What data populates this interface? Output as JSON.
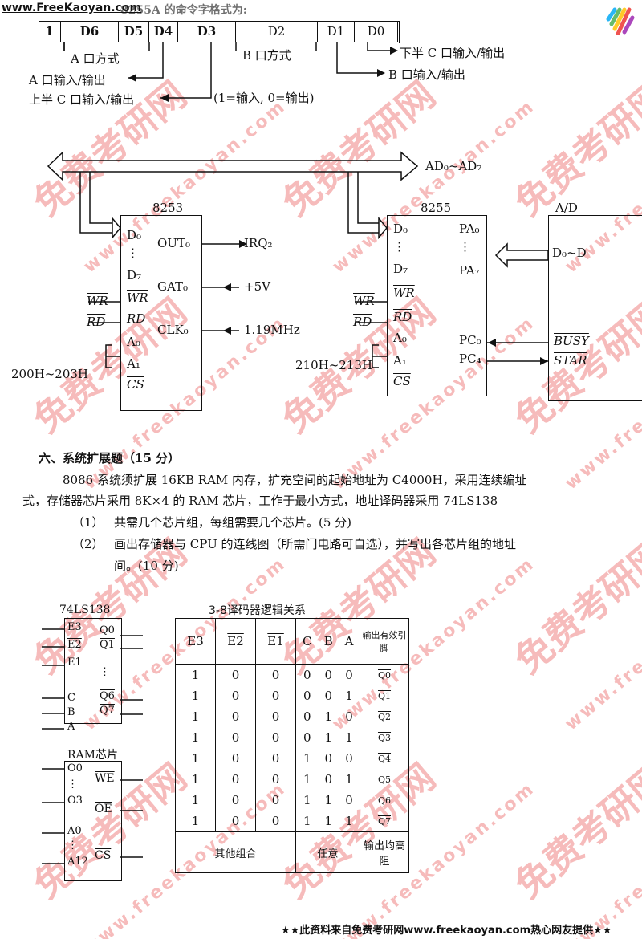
{
  "header": {
    "site": "www.FreeKaoyan.com",
    "obscured_title": "8255A 的命令字格式为:"
  },
  "control_word": {
    "cells": [
      "1",
      "D6",
      "D5",
      "D4",
      "D3",
      "D2",
      "D1",
      "D0"
    ],
    "labels": {
      "a_mode": "A 口方式",
      "b_mode": "B 口方式",
      "lower_c": "下半 C 口输入/输出",
      "b_io": "B 口输入/输出",
      "a_io": "A 口输入/输出",
      "upper_c": "上半 C 口输入/输出",
      "note": "(1=输入, 0=输出)"
    }
  },
  "circuit": {
    "bus": "AD₀~AD₇",
    "c8253": {
      "title": "8253",
      "pins_left": [
        "D₀",
        "⋮",
        "D₇",
        "WR",
        "RD",
        "A₀",
        "A₁",
        "CS"
      ],
      "pins_right": [
        "OUT₀",
        "GAT₀",
        "CLK₀"
      ],
      "ext_left": [
        "WR",
        "RD"
      ],
      "addr": "200H~203H",
      "irq": "IRQ₂",
      "gate": "+5V",
      "clk": "1.19MHz"
    },
    "c8255": {
      "title": "8255",
      "pins_left": [
        "D₀",
        "⋮",
        "D₇",
        "WR",
        "RD",
        "A₀",
        "A₁",
        "CS"
      ],
      "pins_right": [
        "PA₀",
        "⋮",
        "PA₇",
        "PC₀",
        "PC₄"
      ],
      "ext_left": [
        "WR",
        "RD"
      ],
      "addr": "210H~213H"
    },
    "ad": {
      "title": "A/D",
      "pins": [
        "D₀~D",
        "BUSY",
        "STAR"
      ]
    }
  },
  "question": {
    "heading": "六、系统扩展题（15 分）",
    "line1": "8086 系统须扩展 16KB RAM 内存，扩充空间的起始地址为 C4000H，采用连续编址",
    "line2": "式，存储器芯片采用 8K×4 的 RAM 芯片，工作于最小方式，地址译码器采用 74LS138",
    "items": [
      {
        "num": "（1）",
        "text": "共需几个芯片组，每组需要几个芯片。(5 分)"
      },
      {
        "num": "（2）",
        "text": "画出存储器与 CPU 的连线图（所需门电路可自选），并写出各芯片组的地址"
      }
    ],
    "line_cont": "间。(10 分)"
  },
  "ls138": {
    "title": "74LS138",
    "left": [
      "E3",
      "E2",
      "E1",
      "C",
      "B",
      "A"
    ],
    "right": [
      "Q0",
      "Q1",
      "⋮",
      "Q6",
      "Q7"
    ]
  },
  "ram": {
    "title": "RAM芯片",
    "left": [
      "O0",
      "⋮",
      "O3",
      "A0",
      "⋮",
      "A12"
    ],
    "right": [
      "WE",
      "OE",
      "CS"
    ]
  },
  "truth_table": {
    "title": "3-8译码器逻辑关系",
    "headers": [
      "E3",
      "E2",
      "E1",
      "C",
      "B",
      "A",
      "输出有效引脚"
    ],
    "rows": [
      [
        "1",
        "0",
        "0",
        "0",
        "0",
        "0",
        "Q0"
      ],
      [
        "1",
        "0",
        "0",
        "0",
        "0",
        "1",
        "Q1"
      ],
      [
        "1",
        "0",
        "0",
        "0",
        "1",
        "0",
        "Q2"
      ],
      [
        "1",
        "0",
        "0",
        "0",
        "1",
        "1",
        "Q3"
      ],
      [
        "1",
        "0",
        "0",
        "1",
        "0",
        "0",
        "Q4"
      ],
      [
        "1",
        "0",
        "0",
        "1",
        "0",
        "1",
        "Q5"
      ],
      [
        "1",
        "0",
        "0",
        "1",
        "1",
        "0",
        "Q6"
      ],
      [
        "1",
        "0",
        "0",
        "1",
        "1",
        "1",
        "Q7"
      ]
    ],
    "footer": [
      "其他组合",
      "任意",
      "输出均高阻"
    ]
  },
  "watermark": {
    "cn": "免费考研网",
    "url": "www.freekaoyan.com"
  },
  "footer": "★★此资料来自免费考研网www.freekaoyan.com热心网友提供★★"
}
